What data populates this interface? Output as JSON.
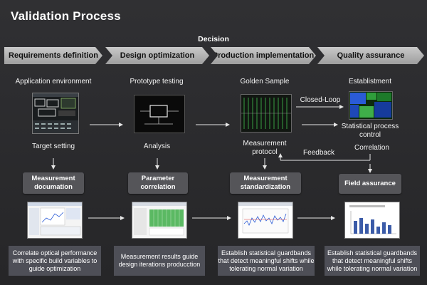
{
  "title": "Validation Process",
  "decision_label": "Decision",
  "stages": [
    "Requirements definition",
    "Design optimization",
    "Production implementation",
    "Quality assurance"
  ],
  "top_labels": {
    "col1": "Application environment",
    "col2": "Prototype testing",
    "col3": "Golden Sample",
    "col4": "Establistment"
  },
  "mid_labels": {
    "col1": "Target setting",
    "col2": "Analysis",
    "col3": "Measurement protocol",
    "col4_a": "Statistical process control",
    "col4_b": "Correlation"
  },
  "connector_labels": {
    "closed_loop": "Closed-Loop",
    "feedback": "Feedback"
  },
  "boxes": [
    "Measurement documation",
    "Parameter correlation",
    "Measurement standardization",
    "Field assurance"
  ],
  "descriptions": [
    "Correlate optical performance with specific build variables to guide optimization",
    "Measurement results guide design iterations producction",
    "Establish statistical guardbands that detect meaningful shifts while tolerating normal variation",
    "Establish statistical guardbands that detect meaningful shifts while tolerating normal variation"
  ],
  "colors": {
    "background": "#2b2b2e",
    "chevron": "#b8b8b8",
    "box": "#555559",
    "description": "#4e4f57",
    "accent_green": "#3fae49",
    "accent_blue": "#2a5bd7"
  }
}
